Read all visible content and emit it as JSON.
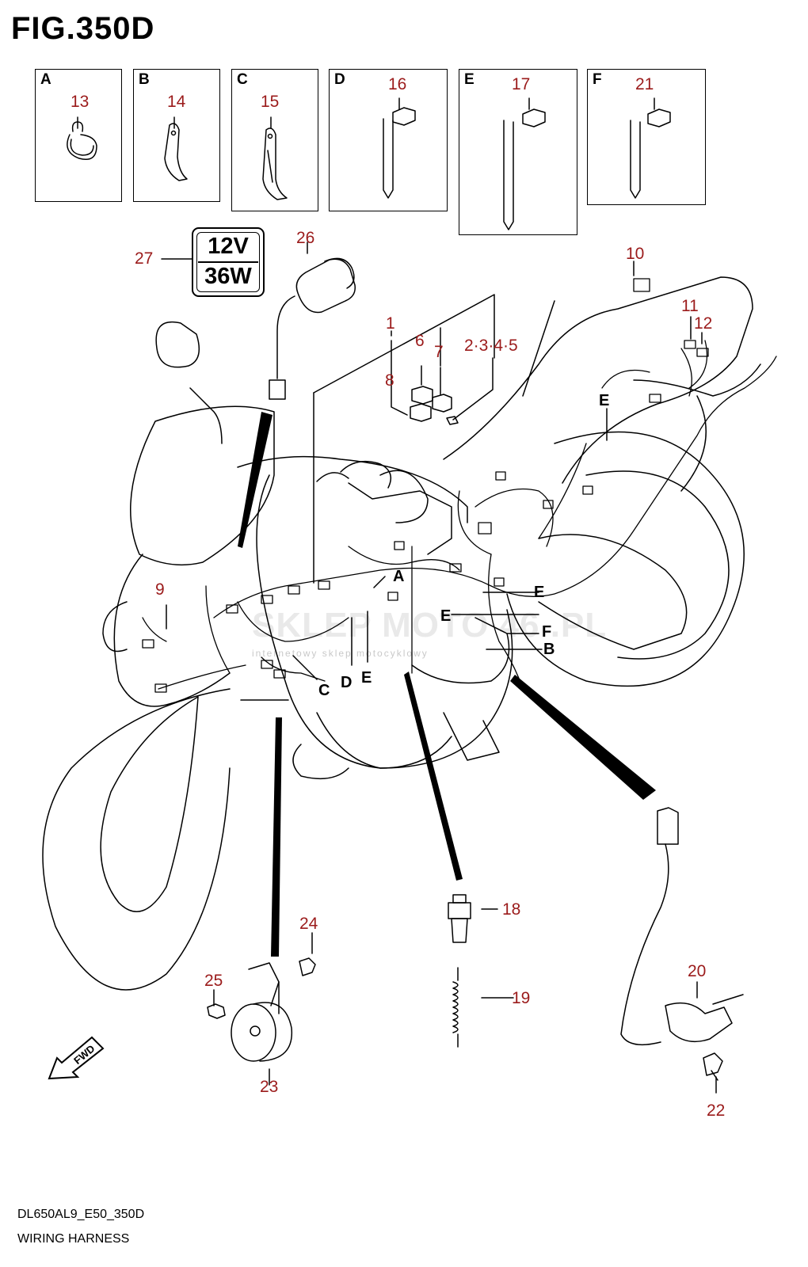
{
  "figure": {
    "title": "FIG.350D",
    "footer_code": "DL650AL9_E50_350D",
    "footer_name": "WIRING HARNESS"
  },
  "badge": {
    "top": "12V",
    "bottom": "36W"
  },
  "watermark": {
    "text": "SKLEP MOTO 46 .PL",
    "sub": "internetowy sklep motocyklowy"
  },
  "insets": [
    {
      "letter": "A",
      "part": "13"
    },
    {
      "letter": "B",
      "part": "14"
    },
    {
      "letter": "C",
      "part": "15"
    },
    {
      "letter": "D",
      "part": "16"
    },
    {
      "letter": "E",
      "part": "17"
    },
    {
      "letter": "F",
      "part": "21"
    }
  ],
  "callouts": {
    "p1": "1",
    "p6": "6",
    "p7": "7",
    "p8": "8",
    "p2345": "2·3·4·5",
    "p9": "9",
    "p10": "10",
    "p11": "11",
    "p12": "12",
    "p18": "18",
    "p19": "19",
    "p20": "20",
    "p22": "22",
    "p23": "23",
    "p24": "24",
    "p25": "25",
    "p26": "26",
    "p27": "27"
  },
  "refs": {
    "A": "A",
    "B": "B",
    "C": "C",
    "D": "D",
    "E1": "E",
    "E2": "E",
    "E3": "E",
    "E4": "E",
    "F": "F"
  },
  "fwd_label": "FWD",
  "colors": {
    "callout": "#9b1b1b",
    "line": "#000000"
  }
}
